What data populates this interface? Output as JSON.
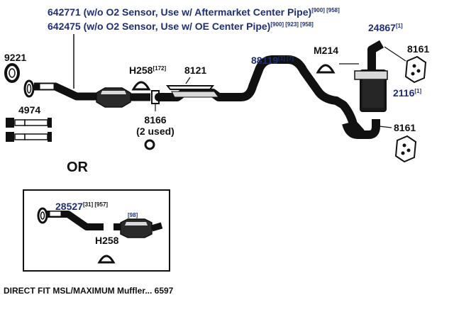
{
  "header": {
    "line1_part": "642771",
    "line1_desc": "(w/o O2 Sensor, Use w/ Aftermarket Center Pipe)",
    "line1_refs": "[900] [958]",
    "line2_part": "642475",
    "line2_desc": "(w/o O2 Sensor, Use w/ OE Center Pipe)",
    "line2_refs": "[900] [923] [958]"
  },
  "parts": {
    "p24867": "24867",
    "p24867_ref": "[1]",
    "p9221": "9221",
    "pH258_top": "H258",
    "pH258_top_ref": "[172]",
    "p8121": "8121",
    "p88119": "88119",
    "p88119_ref": "[1] [7]",
    "pM214": "M214",
    "p8161_top": "8161",
    "p2116": "2116",
    "p2116_ref": "[1]",
    "p4974": "4974",
    "p8166": "8166",
    "p8166_note": "(2 used)",
    "p8161_bottom": "8161",
    "p28527": "28527",
    "p28527_ref": "[31] [957]",
    "p98_ref": "[98]",
    "pH258_box": "H258"
  },
  "or_label": "OR",
  "footer": "DIRECT FIT MSL/MAXIMUM Muffler... 6597",
  "colors": {
    "part_number_blue": "#1f2f78",
    "label_black": "#111111"
  }
}
